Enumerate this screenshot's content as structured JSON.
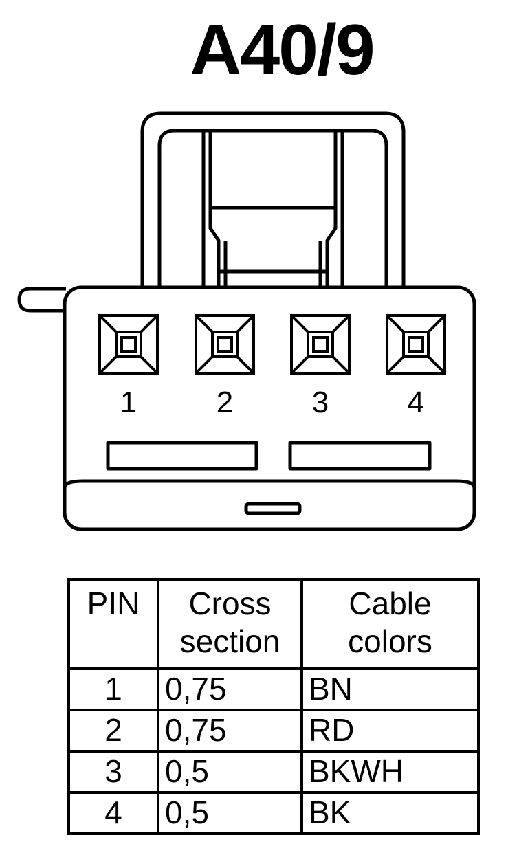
{
  "connector": {
    "title": "A40/9",
    "pins": [
      "1",
      "2",
      "3",
      "4"
    ]
  },
  "table": {
    "headers": {
      "pin": "PIN",
      "cross_line1": "Cross",
      "cross_line2": "section",
      "color_line1": "Cable",
      "color_line2": "colors"
    },
    "rows": [
      {
        "pin": "1",
        "cross_section": "0,75",
        "color": "BN"
      },
      {
        "pin": "2",
        "cross_section": "0,75",
        "color": "RD"
      },
      {
        "pin": "3",
        "cross_section": "0,5",
        "color": "BKWH"
      },
      {
        "pin": "4",
        "cross_section": "0,5",
        "color": "BK"
      }
    ]
  },
  "colors": {
    "ink": "#000000",
    "background": "#ffffff"
  }
}
